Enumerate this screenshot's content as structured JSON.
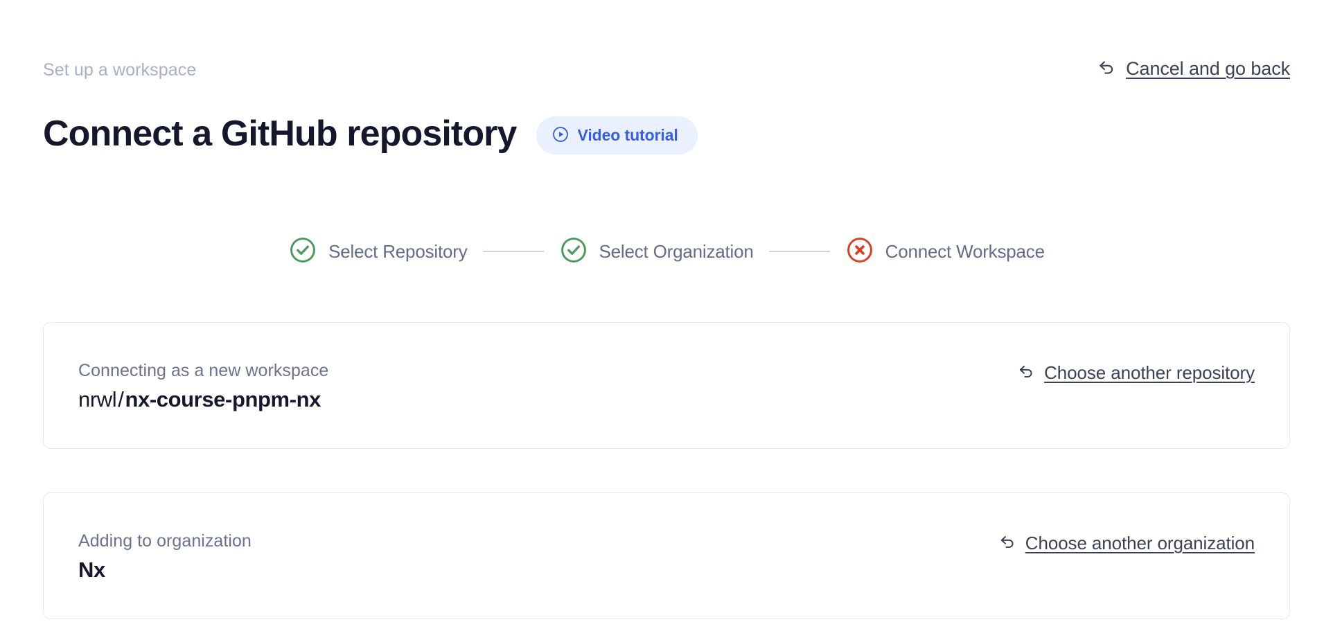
{
  "header": {
    "breadcrumb": "Set up a workspace",
    "title": "Connect a GitHub repository",
    "video_tutorial_label": "Video tutorial",
    "video_tutorial_icon": "play-circle-icon",
    "cancel_label": "Cancel and go back",
    "cancel_icon": "back-arrow-icon",
    "accent_blue": "#3461e3",
    "pill_background": "#eaf0fd",
    "title_color": "#15182c",
    "breadcrumb_color": "#a7b1c6"
  },
  "stepper": {
    "connector_color": "#ccd4e2",
    "steps": [
      {
        "label": "Select Repository",
        "state": "complete",
        "icon": "check-circle-icon",
        "color": "#4a9a5c"
      },
      {
        "label": "Select Organization",
        "state": "complete",
        "icon": "check-circle-icon",
        "color": "#4a9a5c"
      },
      {
        "label": "Connect Workspace",
        "state": "error",
        "icon": "x-circle-icon",
        "color": "#dd3c22"
      }
    ]
  },
  "cards": [
    {
      "caption": "Connecting as a new workspace",
      "value_owner": "nrwl",
      "value_separator": "/",
      "value_name": "nx-course-pnpm-nx",
      "link_label": "Choose another repository",
      "link_icon": "back-arrow-icon"
    },
    {
      "caption": "Adding to organization",
      "value_name": "Nx",
      "link_label": "Choose another organization",
      "link_icon": "back-arrow-icon"
    }
  ]
}
